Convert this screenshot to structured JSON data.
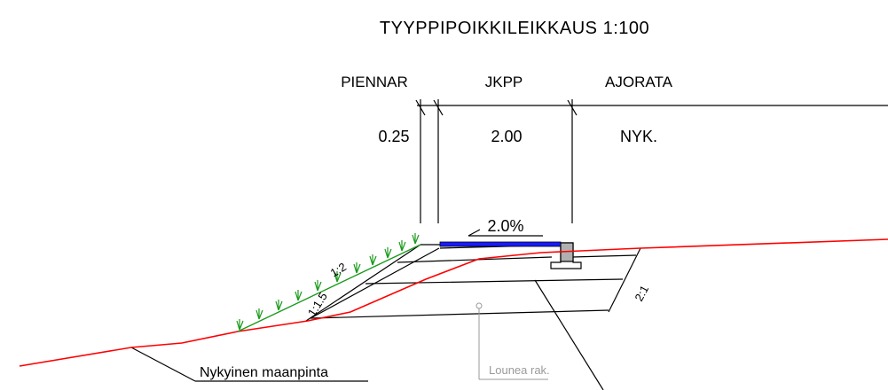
{
  "title": "TYYPPIPOIKKILEIKKAUS 1:100",
  "sections": {
    "piennar": {
      "label": "PIENNAR",
      "width": "0.25"
    },
    "jkpp": {
      "label": "JKPP",
      "width": "2.00"
    },
    "ajorata": {
      "label": "AJORATA",
      "width": "NYK."
    }
  },
  "cross_slope": "2.0%",
  "slopes": {
    "embankment": "1:2",
    "structure": "1:1.5",
    "right_side": "2:1"
  },
  "labels": {
    "existing_ground": "Nykyinen maanpinta",
    "reference": "Lounea rak."
  },
  "colors": {
    "existing_ground": "#ff0000",
    "pavement": "#1a1aff",
    "vegetation": "#1a9a1a",
    "reference": "#9a9a9a",
    "curb": "#b0b0b0",
    "lines": "#000000"
  },
  "icons": {
    "vegetation": "grass-tuft-icon",
    "curb": "curb-stone-icon",
    "arrow": "slope-arrow-icon"
  }
}
